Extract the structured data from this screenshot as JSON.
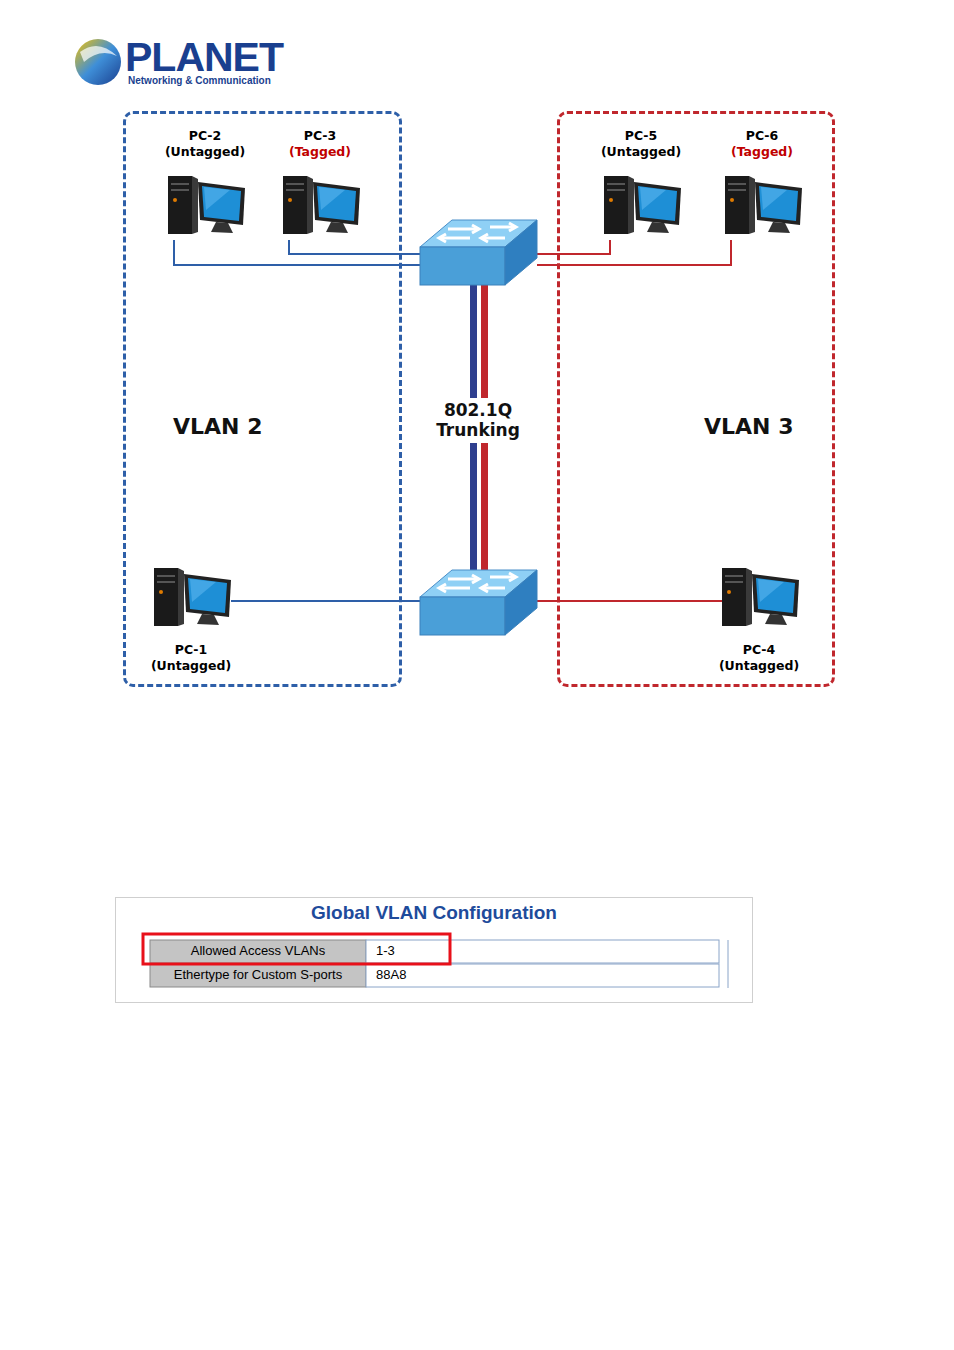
{
  "diagram": {
    "nodes": [
      {
        "text": [
          "VLAN 2"
        ]
      },
      {
        "text": [
          "PC-2",
          "(Untagged)"
        ],
        "in": 0
      },
      {
        "text": [
          "PC-3",
          "(Tagged)"
        ],
        "in": 0
      },
      {
        "text": [
          "PC-1",
          "(Untagged)"
        ],
        "in": 0
      },
      {
        "text": [
          "VLAN 3"
        ]
      },
      {
        "text": [
          "PC-5",
          "(Untagged)"
        ],
        "in": 4
      },
      {
        "text": [
          "PC-6",
          "(Tagged)"
        ],
        "in": 4
      },
      {
        "text": [
          "PC-4",
          "(Untagged)"
        ],
        "in": 4
      },
      {
        "text": [
          "Global VLAN Configuration"
        ]
      }
    ],
    "labels": [
      "PLANET",
      "Networking & Communication",
      "802.1Q Trunking",
      "Allowed Access VLANs",
      "1-3",
      "Ethertype for Custom S-ports",
      "88A8"
    ]
  }
}
